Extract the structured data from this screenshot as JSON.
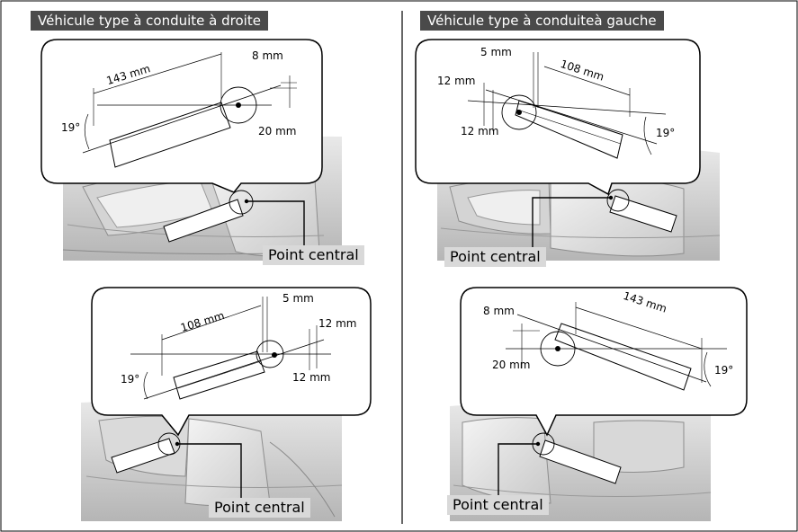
{
  "headers": {
    "right_drive": "Véhicule type à conduite à droite",
    "left_drive": "Véhicule type à conduiteà gauche"
  },
  "center_point_label": "Point central",
  "diagrams": {
    "right_top": {
      "length": "143 mm",
      "offset_a": "8 mm",
      "offset_b": "20 mm",
      "angle": "19°"
    },
    "right_bottom": {
      "length": "108 mm",
      "offset_a": "5 mm",
      "offset_b": "12 mm",
      "offset_c": "12 mm",
      "angle": "19°"
    },
    "left_top": {
      "length": "108 mm",
      "offset_a": "5 mm",
      "offset_b": "12 mm",
      "offset_c": "12 mm",
      "angle": "19°"
    },
    "left_bottom": {
      "length": "143 mm",
      "offset_a": "8 mm",
      "offset_b": "20 mm",
      "angle": "19°"
    }
  }
}
